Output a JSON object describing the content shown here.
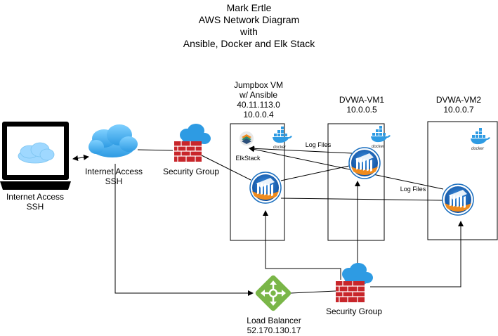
{
  "title": {
    "line1": "Mark Ertle",
    "line2": "AWS Network Diagram",
    "line3": "with",
    "line4": "Ansible, Docker and Elk Stack"
  },
  "client": {
    "line1": "Internet Access",
    "line2": "SSH"
  },
  "internet": {
    "line1": "Internet Access",
    "line2": "SSH"
  },
  "security_group_top": {
    "label": "Security Group"
  },
  "security_group_bottom": {
    "label": "Security Group"
  },
  "load_balancer": {
    "line1": "Load Balancer",
    "line2": "52.170.130.17"
  },
  "jumpbox": {
    "line1": "Jumpbox VM",
    "line2": "w/ Ansible",
    "line3": "40.11.113.0",
    "line4": "10.0.0.4",
    "elk_label": "ElkStack"
  },
  "dvwa1": {
    "line1": "DVWA-VM1",
    "line2": "10.0.0.5"
  },
  "dvwa2": {
    "line1": "DVWA-VM2",
    "line2": "10.0.0.7"
  },
  "log_files_1": "Log Files",
  "log_files_2": "Log Files",
  "docker_text": "docker",
  "colors": {
    "cloud_blue": "#2e9be3",
    "firewall_red": "#c8262b",
    "lb_green": "#7ab648",
    "router_blue": "#1b6fbf",
    "router_orange": "#f08b1d"
  }
}
